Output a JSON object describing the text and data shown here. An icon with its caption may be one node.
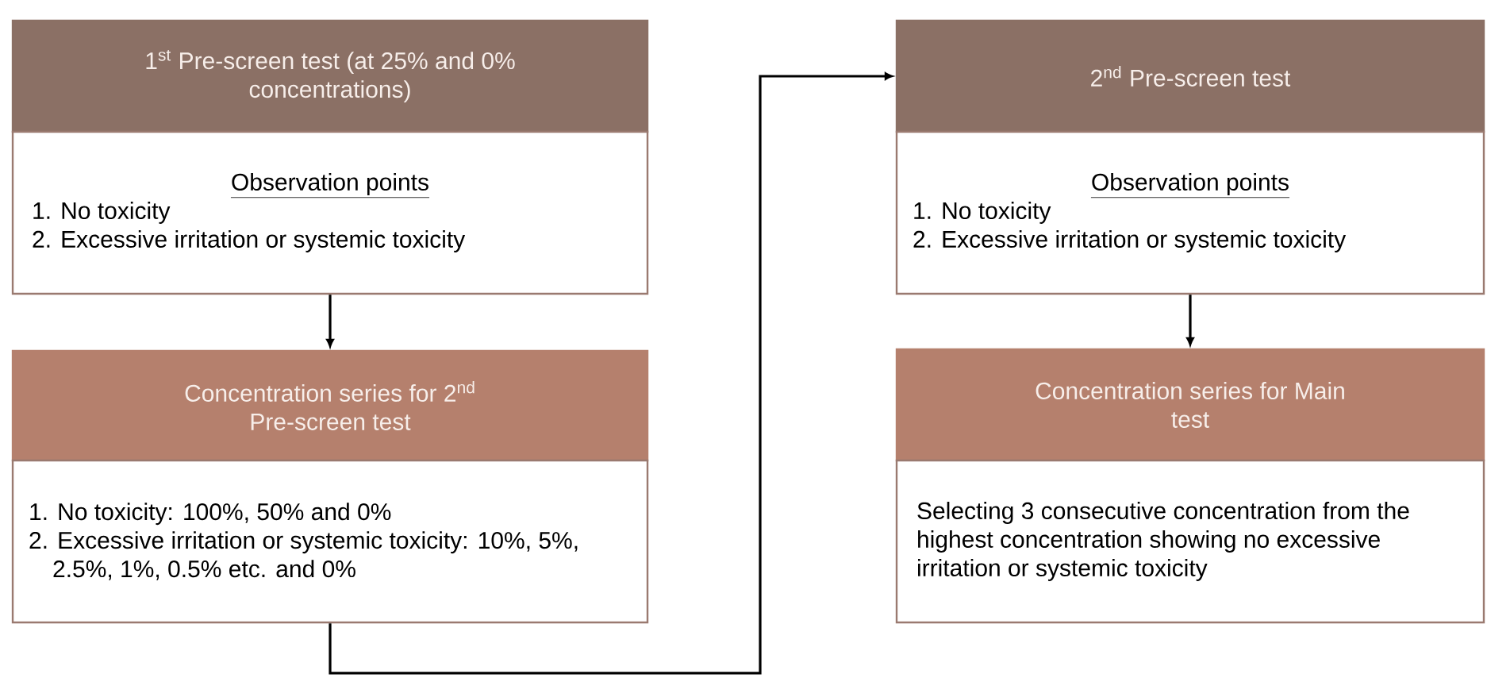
{
  "diagram": {
    "nodes": [
      {
        "text": [
          "1$^{st}$ Pre-screen test (at 25% and 0% concentrations)"
        ]
      },
      {
        "text": [
          "Observation points",
          "1. No toxicity",
          "2. Excessive irritation or systemic toxicity"
        ]
      },
      {
        "text": [
          "Concentration series for 2$^{nd}$ Pre-screen test"
        ]
      },
      {
        "text": [
          "1. No toxicity: 100%, 50% and 0%",
          "2. Excessive irritation or systemic toxicity: 10%, 5%, 2.5%, 1%, 0.5% etc. and 0%"
        ]
      },
      {
        "text": [
          "2$^{nd}$ Pre-screen test"
        ]
      },
      {
        "text": [
          "Observation points",
          "1. No toxicity",
          "2. Excessive irritation or systemic toxicity"
        ]
      },
      {
        "text": [
          "Concentration series for Main test"
        ]
      },
      {
        "text": [
          "Selecting 3 consecutive concentration from the highest concentration showing no excessive irritation or systemic toxicity"
        ]
      }
    ],
    "edges": [
      {
        "from": 1,
        "to": 2,
        "arrow": "to"
      },
      {
        "from": 3,
        "to": 4,
        "arrow": "to"
      },
      {
        "from": 5,
        "to": 6,
        "arrow": "to"
      }
    ]
  }
}
